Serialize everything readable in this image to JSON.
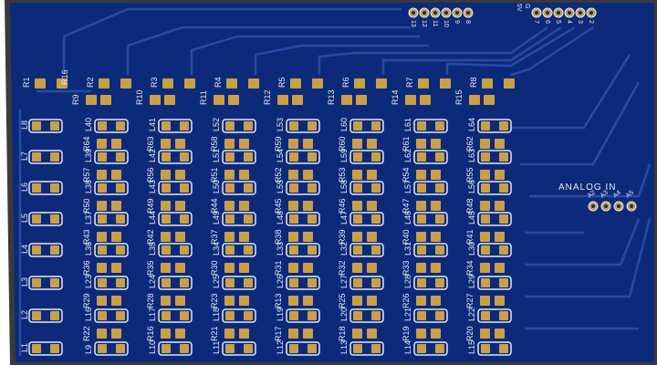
{
  "board": {
    "colors": {
      "copper": "#0d2a7a",
      "trace": "#2a4aa6",
      "pad": "#c8a04a",
      "silk": "#e8e8f0",
      "border": "#3a3a3a"
    }
  },
  "header_top": {
    "left_pins": [
      "13",
      "12",
      "11",
      "10",
      "9",
      "8"
    ],
    "right_pins": [
      "7",
      "6",
      "5",
      "4",
      "3",
      "2"
    ],
    "extra_labels": [
      "5V",
      "G"
    ]
  },
  "analog": {
    "label": "ANALOG IN",
    "pins": [
      "A2",
      "A3",
      "A4",
      "A5"
    ]
  },
  "top_resistors": [
    "R1",
    "R2",
    "R3",
    "R4",
    "R5",
    "R6",
    "R7",
    "R8"
  ],
  "second_resistors": [
    "R9",
    "R10",
    "R11",
    "R12",
    "R13",
    "R14",
    "R15"
  ],
  "second_extra": [
    "R16"
  ],
  "led_row_labels": [
    "L8",
    "L7",
    "L6",
    "L5",
    "L4",
    "L3",
    "L2",
    "L1"
  ],
  "grid_resistors": [
    [
      "R64",
      "R63",
      "R58",
      "R59",
      "R60",
      "R61",
      "R62"
    ],
    [
      "R57",
      "R56",
      "R51",
      "R52",
      "R53",
      "R54",
      "R55"
    ],
    [
      "R50",
      "R49",
      "R44",
      "R45",
      "R46",
      "R47",
      "R48"
    ],
    [
      "R43",
      "R42",
      "R37",
      "R38",
      "R39",
      "R40",
      "R41"
    ],
    [
      "R36",
      "R35",
      "R30",
      "R31",
      "R32",
      "R33",
      "R34"
    ],
    [
      "R29",
      "R28",
      "R23",
      "R13",
      "R25",
      "R26",
      "R27"
    ],
    [
      "R22",
      "R16",
      "R21",
      "R17",
      "R18",
      "R19",
      "R20"
    ]
  ],
  "grid_leds": [
    [
      "L40",
      "L41",
      "L52",
      "L53",
      "L60",
      "L61",
      "L64"
    ],
    [
      "L39",
      "L42",
      "L51",
      "L54",
      "L59",
      "L62",
      "L63"
    ],
    [
      "L38",
      "L43",
      "L50",
      "L55",
      "L58",
      "L57",
      "L56"
    ],
    [
      "L37",
      "L44",
      "L49",
      "L48",
      "L47",
      "L46",
      "L45"
    ],
    [
      "L36",
      "L35",
      "L34",
      "L33",
      "L32",
      "L31",
      "L30"
    ],
    [
      "L23",
      "L24",
      "L25",
      "L26",
      "L27",
      "L28",
      "L29"
    ],
    [
      "L16",
      "L17",
      "L18",
      "L19",
      "L20",
      "L21",
      "L22"
    ],
    [
      "L9",
      "L10",
      "L11",
      "L12",
      "L13",
      "L14",
      "L15"
    ]
  ]
}
